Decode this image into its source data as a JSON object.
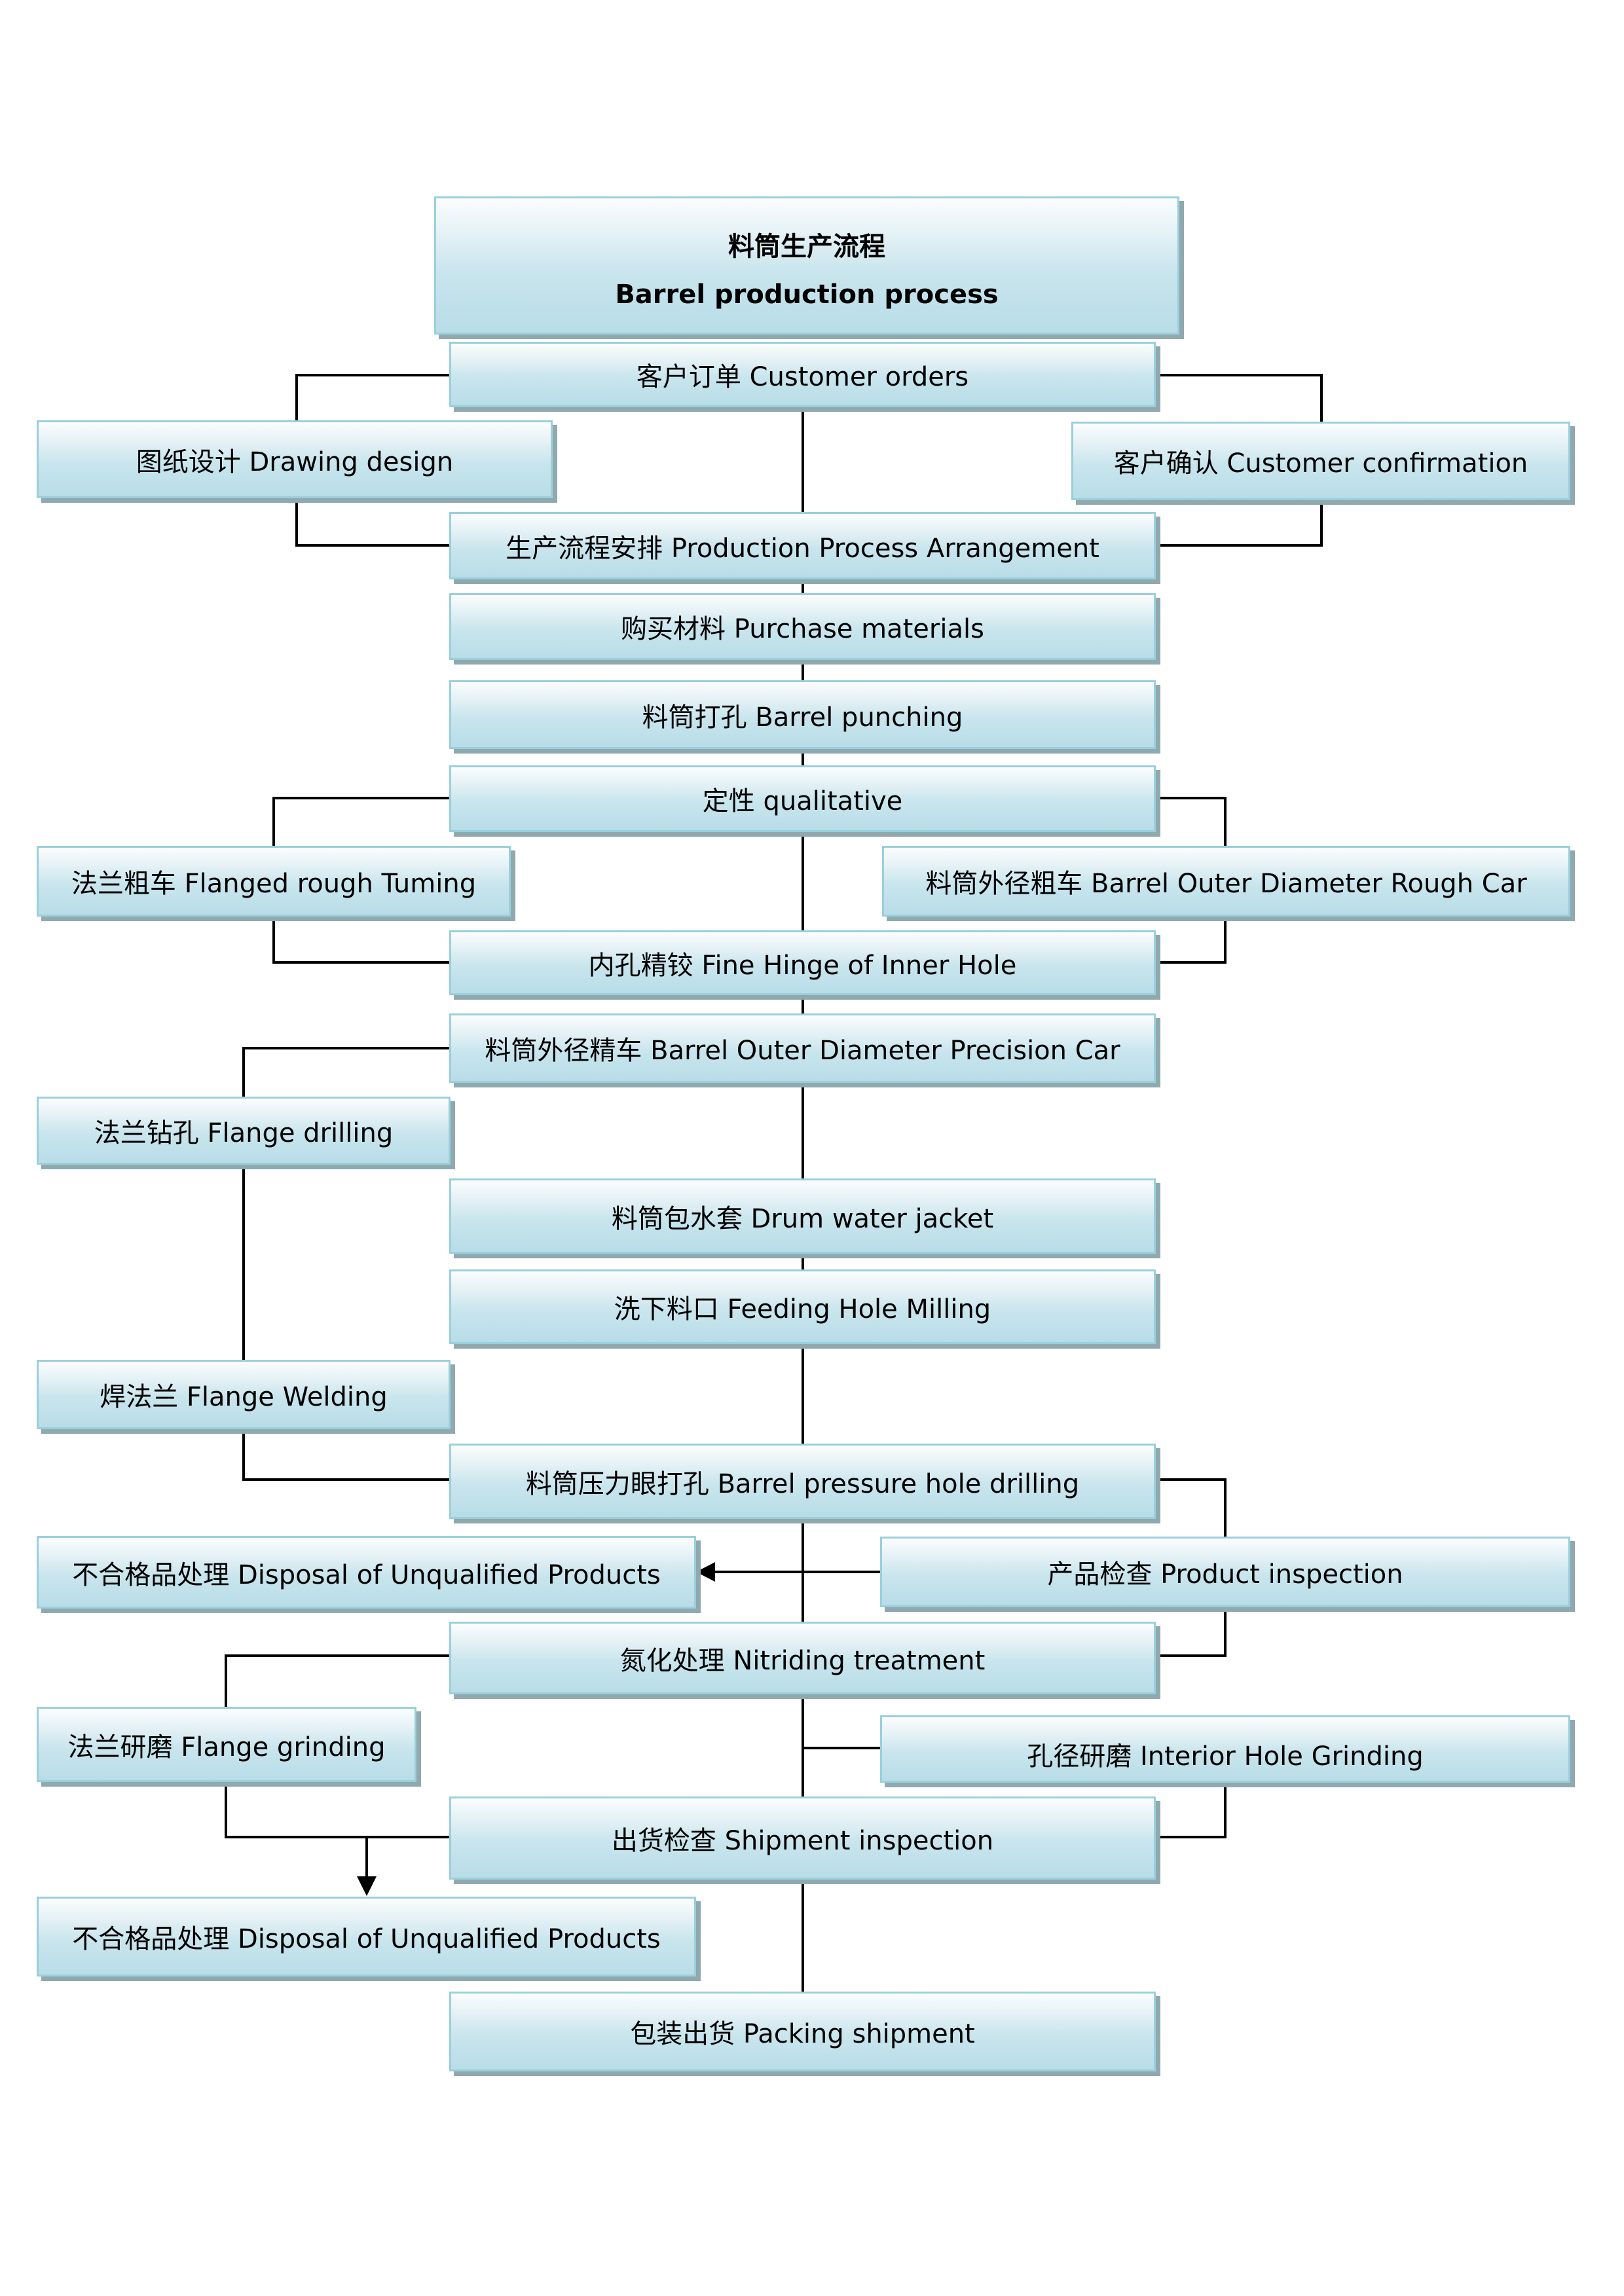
{
  "title": {
    "zh": "料筒生产流程",
    "en": "Barrel production process"
  },
  "colors": {
    "box_border": "#9acfdc",
    "box_top": "#fbfdfe",
    "box_bottom": "#b8dde8",
    "box_shadow": "#8fa9ae",
    "connector": "#000000"
  },
  "steps": {
    "customer_orders": "客户订单 Customer orders",
    "drawing_design": "图纸设计 Drawing design",
    "customer_confirmation": "客户确认 Customer confirmation",
    "process_arrangement": "生产流程安排 Production Process Arrangement",
    "purchase_materials": "购买材料 Purchase materials",
    "barrel_punching": "料筒打孔 Barrel punching",
    "qualitative": "定性 qualitative",
    "flanged_rough_turning": "法兰粗车 Flanged rough Tuming",
    "barrel_od_rough": "料筒外径粗车 Barrel Outer Diameter Rough Car",
    "fine_hinge": "内孔精铰 Fine Hinge of Inner Hole",
    "barrel_od_precision": "料筒外径精车 Barrel Outer Diameter Precision Car",
    "flange_drilling": "法兰钻孔 Flange drilling",
    "drum_water_jacket": "料筒包水套 Drum water jacket",
    "feeding_hole_milling": "洗下料口 Feeding Hole Milling",
    "flange_welding": "焊法兰 Flange Welding",
    "pressure_hole_drilling": "料筒压力眼打孔 Barrel pressure hole drilling",
    "disposal_1": "不合格品处理 Disposal of Unqualified Products",
    "product_inspection": "产品检查 Product inspection",
    "nitriding_treatment": "氮化处理 Nitriding treatment",
    "flange_grinding": "法兰研磨 Flange grinding",
    "interior_hole_grinding": "孔径研磨 Interior Hole Grinding",
    "shipment_inspection": "出货检查 Shipment inspection",
    "disposal_2": "不合格品处理 Disposal of Unqualified Products",
    "packing_shipment": "包装出货 Packing shipment"
  }
}
